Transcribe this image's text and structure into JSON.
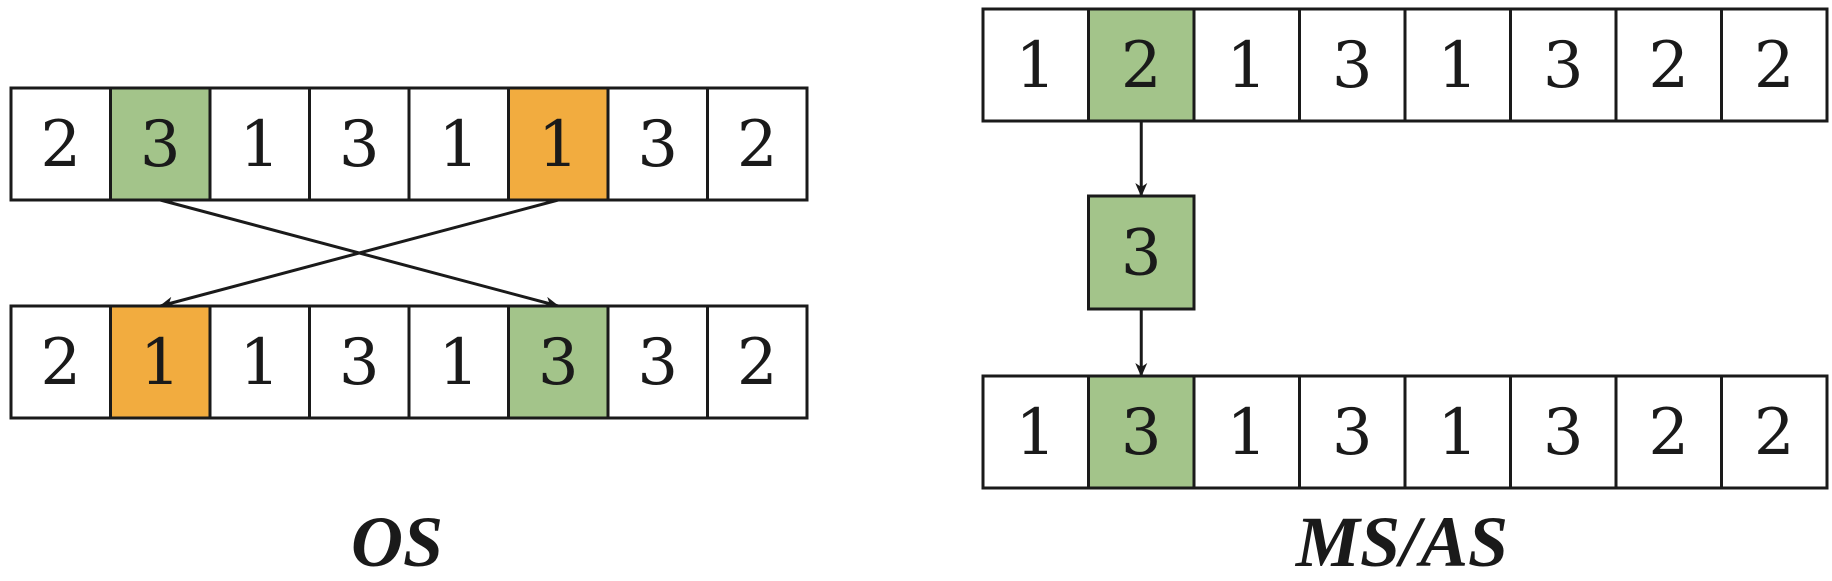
{
  "colors": {
    "green": "#a3c48a",
    "orange": "#f2ac3f",
    "white": "#ffffff",
    "stroke": "#1a1a1a"
  },
  "os": {
    "caption": "OS",
    "parent": {
      "values": [
        "2",
        "3",
        "1",
        "3",
        "1",
        "1",
        "3",
        "2"
      ],
      "highlights": [
        "none",
        "green",
        "none",
        "none",
        "none",
        "orange",
        "none",
        "none"
      ]
    },
    "child": {
      "values": [
        "2",
        "1",
        "1",
        "3",
        "1",
        "3",
        "3",
        "2"
      ],
      "highlights": [
        "none",
        "orange",
        "none",
        "none",
        "none",
        "green",
        "none",
        "none"
      ]
    },
    "swap_pairs": [
      [
        1,
        5
      ],
      [
        5,
        1
      ]
    ]
  },
  "ms_as": {
    "caption": "MS/AS",
    "parent": {
      "values": [
        "1",
        "2",
        "1",
        "3",
        "1",
        "3",
        "2",
        "2"
      ],
      "highlights": [
        "none",
        "green",
        "none",
        "none",
        "none",
        "none",
        "none",
        "none"
      ]
    },
    "mutation": {
      "value": "3",
      "highlight": "green",
      "index": 1
    },
    "child": {
      "values": [
        "1",
        "3",
        "1",
        "3",
        "1",
        "3",
        "2",
        "2"
      ],
      "highlights": [
        "none",
        "green",
        "none",
        "none",
        "none",
        "none",
        "none",
        "none"
      ]
    }
  }
}
